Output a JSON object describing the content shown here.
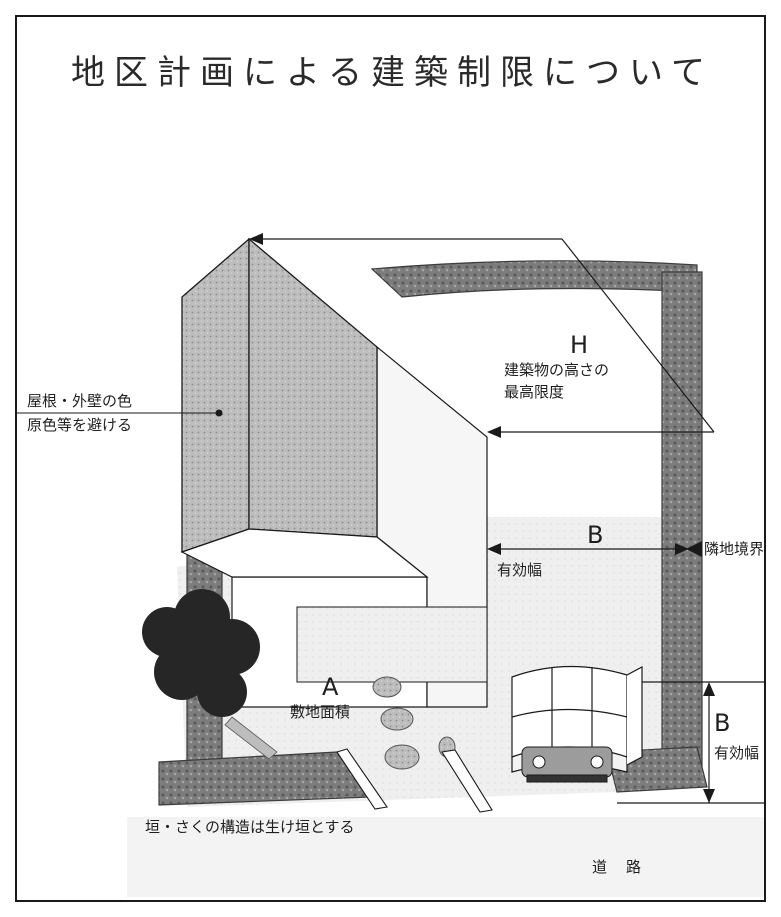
{
  "title": "地区計画による建築制限について",
  "labels": {
    "roof_color_line1": "屋根・外壁の色",
    "roof_color_line2": "原色等を避ける",
    "height_symbol": "H",
    "height_line1": "建築物の高さの",
    "height_line2": "最高限度",
    "setback_symbol_side": "B",
    "setback_text_side": "有効幅",
    "neighbor_boundary": "隣地境界",
    "setback_symbol_road": "B",
    "setback_text_road": "有効幅",
    "area_symbol": "A",
    "area_text": "敷地面積",
    "fence_text": "垣・さくの構造は生け垣とする",
    "road_text": "道　路"
  },
  "colors": {
    "hedge": "#7c7c7c",
    "roof": "#bdbdbd",
    "ground": "#ececec",
    "tree": "#262626",
    "line": "#1a1a1a"
  }
}
